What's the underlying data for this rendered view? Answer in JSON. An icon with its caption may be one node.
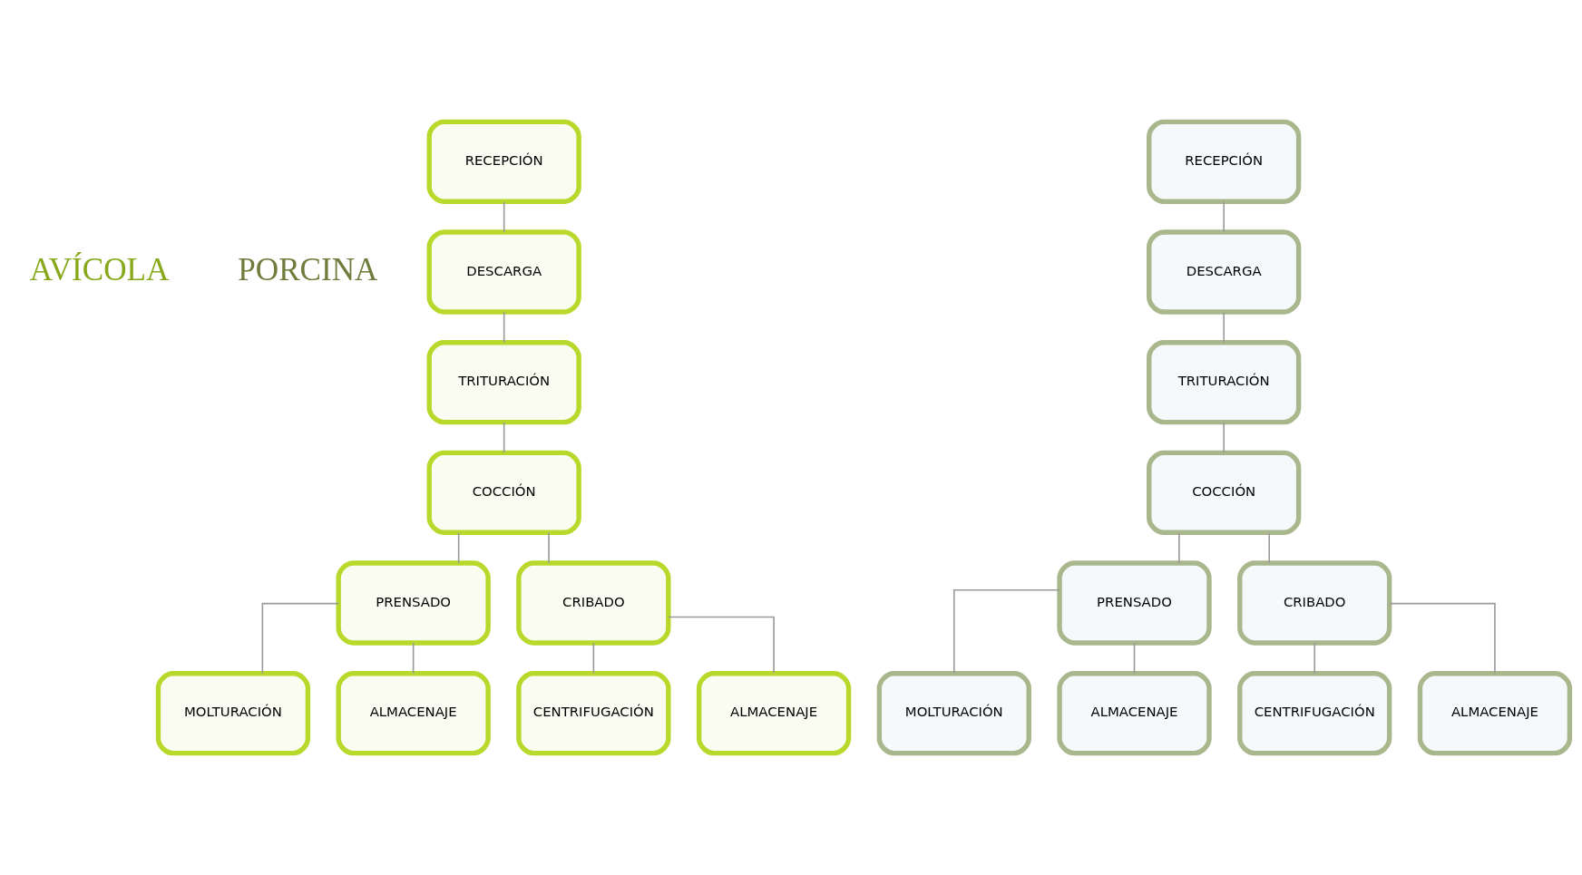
{
  "diagram": {
    "nodes": [
      {
        "text": [
          "RECEPCIÓN"
        ]
      },
      {
        "text": [
          "DESCARGA"
        ]
      },
      {
        "text": [
          "TRITURACIÓN"
        ]
      },
      {
        "text": [
          "COCCIÓN"
        ]
      },
      {
        "text": [
          "PRENSADO"
        ]
      },
      {
        "text": [
          "CRIBADO"
        ]
      },
      {
        "text": [
          "MOLTURACIÓN"
        ]
      },
      {
        "text": [
          "ALMACENAJE"
        ]
      },
      {
        "text": [
          "CENTRIFUGACIÓN"
        ]
      },
      {
        "text": [
          "ALMACENAJE"
        ]
      },
      {
        "text": [
          "RECEPCIÓN"
        ]
      },
      {
        "text": [
          "DESCARGA"
        ]
      },
      {
        "text": [
          "TRITURACIÓN"
        ]
      },
      {
        "text": [
          "COCCIÓN"
        ]
      },
      {
        "text": [
          "PRENSADO"
        ]
      },
      {
        "text": [
          "CRIBADO"
        ]
      },
      {
        "text": [
          "MOLTURACIÓN"
        ]
      },
      {
        "text": [
          "ALMACENAJE"
        ]
      },
      {
        "text": [
          "CENTRIFUGACIÓN"
        ]
      },
      {
        "text": [
          "ALMACENAJE"
        ]
      }
    ],
    "edges": [
      {
        "from": 0,
        "to": 1,
        "arrow": "none"
      },
      {
        "from": 1,
        "to": 2,
        "arrow": "none"
      },
      {
        "from": 2,
        "to": 3,
        "arrow": "none"
      },
      {
        "from": 3,
        "to": 4,
        "arrow": "none"
      },
      {
        "from": 3,
        "to": 5,
        "arrow": "none"
      },
      {
        "from": 4,
        "to": 6,
        "arrow": "none"
      },
      {
        "from": 4,
        "to": 7,
        "arrow": "none"
      },
      {
        "from": 5,
        "to": 8,
        "arrow": "none"
      },
      {
        "from": 5,
        "to": 9,
        "arrow": "none"
      },
      {
        "from": 10,
        "to": 11,
        "arrow": "none"
      },
      {
        "from": 11,
        "to": 12,
        "arrow": "none"
      },
      {
        "from": 12,
        "to": 13,
        "arrow": "none"
      },
      {
        "from": 13,
        "to": 14,
        "arrow": "none"
      },
      {
        "from": 13,
        "to": 15,
        "arrow": "none"
      },
      {
        "from": 14,
        "to": 16,
        "arrow": "none"
      },
      {
        "from": 14,
        "to": 17,
        "arrow": "none"
      },
      {
        "from": 15,
        "to": 18,
        "arrow": "none"
      },
      {
        "from": 15,
        "to": 19,
        "arrow": "none"
      }
    ],
    "labels": [
      "AVÍCOLA",
      "PORCINA"
    ]
  }
}
